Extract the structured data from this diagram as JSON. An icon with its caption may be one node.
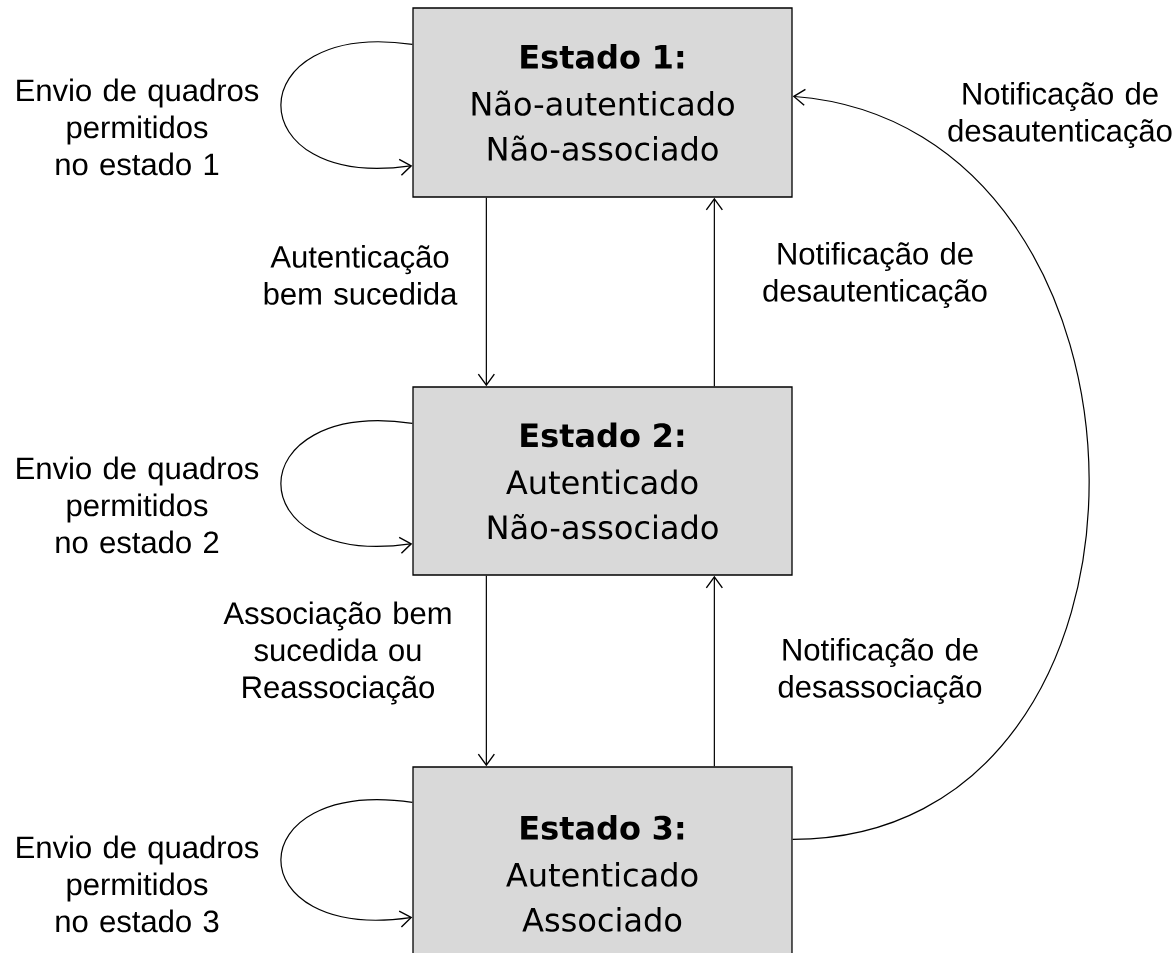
{
  "diagram": {
    "nodes": [
      {
        "text": [
          "Estado 1:",
          "Não-autenticado Não-associado"
        ]
      },
      {
        "text": [
          "Estado 2:",
          "Autenticado Não-associado"
        ]
      },
      {
        "text": [
          "Estado 3:",
          "Autenticado Associado"
        ]
      }
    ],
    "edges": [
      {
        "from": 0,
        "to": 0,
        "arrow": "to",
        "label": "Envio de quadros permitidos no estado 1"
      },
      {
        "from": 0,
        "to": 1,
        "arrow": "to",
        "label": "Autenticação bem sucedida"
      },
      {
        "from": 1,
        "to": 0,
        "arrow": "to",
        "label": "Notificação de desautenticação"
      },
      {
        "from": 1,
        "to": 1,
        "arrow": "to",
        "label": "Envio de quadros permitidos no estado 2"
      },
      {
        "from": 1,
        "to": 2,
        "arrow": "to",
        "label": "Associação bem sucedida ou Reassociação"
      },
      {
        "from": 2,
        "to": 1,
        "arrow": "to",
        "label": "Notificação de desassociação"
      },
      {
        "from": 2,
        "to": 2,
        "arrow": "to",
        "label": "Envio de quadros permitidos no estado 3"
      },
      {
        "from": 2,
        "to": 0,
        "arrow": "to",
        "label": "Notificação de desautenticação"
      }
    ]
  }
}
